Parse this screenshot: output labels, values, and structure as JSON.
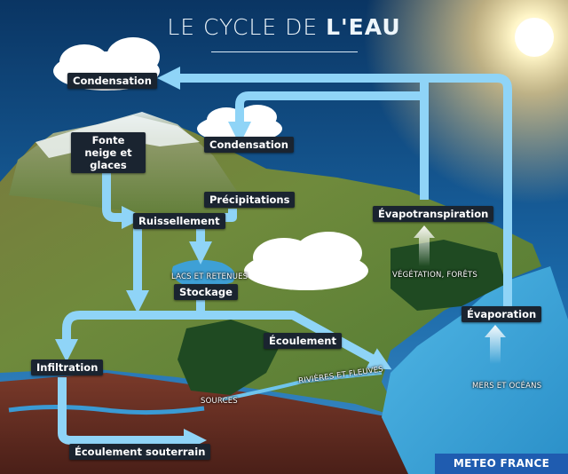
{
  "title": {
    "prefix": "LE CYCLE DE ",
    "highlight": "L'EAU"
  },
  "labels": {
    "condensation_top": "Condensation",
    "condensation_mid": "Condensation",
    "fonte": "Fonte neige et glaces",
    "precipitations": "Précipitations",
    "ruissellement": "Ruissellement",
    "stockage": "Stockage",
    "ecoulement": "Écoulement",
    "infiltration": "Infiltration",
    "ecoulement_souterrain": "Écoulement souterrain",
    "evapotranspiration": "Évapotranspiration",
    "evaporation": "Évaporation"
  },
  "captions": {
    "lacs": "LACS ET RETENUES",
    "vegetation": "VÉGÉTATION, FORÊTS",
    "mers": "MERS ET OCÉANS",
    "rivieres": "RIVIÈRES ET FLEUVES",
    "sources": "SOURCES"
  },
  "brand": "METEO FRANCE",
  "colors": {
    "arrow": "#8fd4f7",
    "label_bg": "#1a2430",
    "brand_bg": "#1f5cb0",
    "sea": "#3aa6d8"
  }
}
